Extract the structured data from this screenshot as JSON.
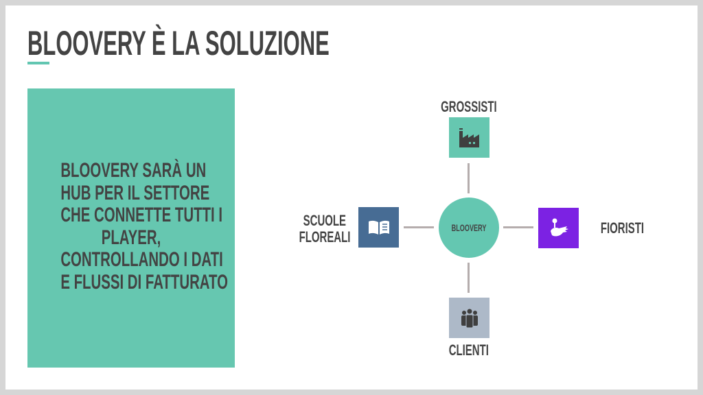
{
  "title": "BLOOVERY È LA SOLUZIONE",
  "statement": {
    "lines": [
      "BLOOVERY SARÀ UN",
      "HUB PER IL SETTORE",
      "CHE CONNETTE TUTTI I",
      "PLAYER,",
      "CONTROLLANDO I DATI",
      "E FLUSSI DI FATTURATO"
    ]
  },
  "diagram": {
    "hub": "BLOOVERY",
    "nodes": {
      "top": {
        "label": "GROSSISTI",
        "icon": "factory-icon",
        "color": "#66c7b0"
      },
      "left": {
        "label_lines": [
          "SCUOLE",
          "FLOREALI"
        ],
        "icon": "book-icon",
        "color": "#476c94"
      },
      "right": {
        "label": "FIORISTI",
        "icon": "hand-flower-icon",
        "color": "#7c22e3"
      },
      "bottom": {
        "label": "CLIENTI",
        "icon": "people-icon",
        "color": "#adb9c8"
      }
    }
  }
}
